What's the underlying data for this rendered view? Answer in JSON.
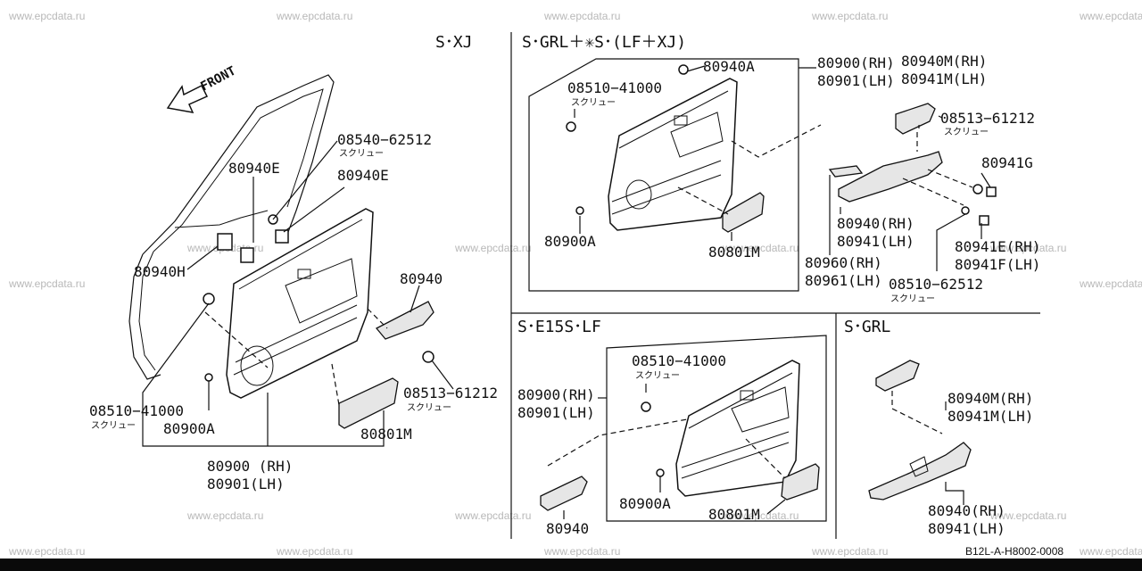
{
  "watermark": "www.epcdata.ru",
  "diagram_code": "B12L-A-H8002-0008",
  "sections": {
    "sxj": {
      "header": "S･XJ"
    },
    "sgrl_lfxj": {
      "header": "S･GRL＋✳S･(LF＋XJ)"
    },
    "se15s_lf": {
      "header": "S･E15S･LF"
    },
    "sgrl": {
      "header": "S･GRL"
    }
  },
  "front_label": "FRONT",
  "screw_sub": "スクリュー",
  "labels": {
    "l_08540_62512": "08540−62512",
    "l_80940E_a": "80940E",
    "l_80940E_b": "80940E",
    "l_80940H": "80940H",
    "l_80940": "80940",
    "l_08510_41000": "08510−41000",
    "l_80900A": "80900A",
    "l_08513_61212": "08513−61212",
    "l_80801M": "80801M",
    "l_80900_rh": "80900 (RH)",
    "l_80901_lh": "80901(LH)",
    "r_80940A": "80940A",
    "r_08510_41000": "08510−41000",
    "r_80900_rh": "80900(RH)",
    "r_80901_lh": "80901(LH)",
    "r_80940M_rh": "80940M(RH)",
    "r_80941M_lh": "80941M(LH)",
    "r_08513_61212": "08513−61212",
    "r_80941G": "80941G",
    "r_80900A": "80900A",
    "r_80801M": "80801M",
    "r_80940_rh": "80940(RH)",
    "r_80941_lh": "80941(LH)",
    "r_80960_rh": "80960(RH)",
    "r_80961_lh": "80961(LH)",
    "r_80941E_rh": "80941E(RH)",
    "r_80941F_lh": "80941F(LH)",
    "r_08510_62512": "08510−62512",
    "m_08510_41000": "08510−41000",
    "m_80900_rh": "80900(RH)",
    "m_80901_lh": "80901(LH)",
    "m_80900A": "80900A",
    "m_80801M": "80801M",
    "m_80940": "80940",
    "g_80940M_rh": "80940M(RH)",
    "g_80941M_lh": "80941M(LH)",
    "g_80940_rh": "80940(RH)",
    "g_80941_lh": "80941(LH)"
  }
}
